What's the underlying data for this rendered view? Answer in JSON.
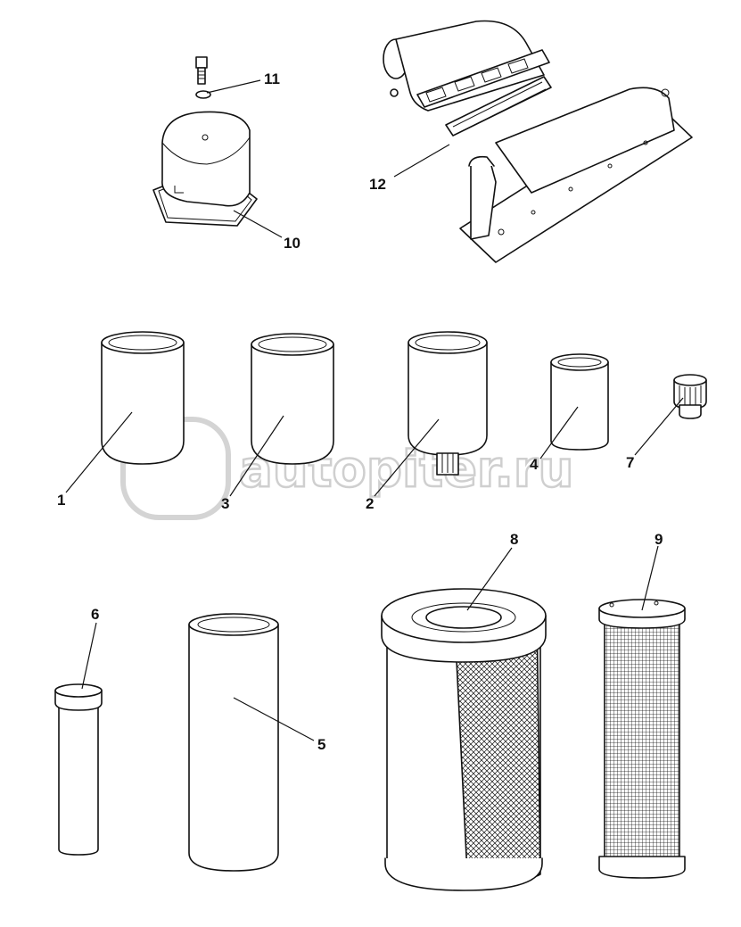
{
  "callouts": {
    "c1": "1",
    "c2": "2",
    "c3": "3",
    "c4": "4",
    "c5": "5",
    "c6": "6",
    "c7": "7",
    "c8": "8",
    "c9": "9",
    "c10": "10",
    "c11": "11",
    "c12": "12"
  },
  "watermark": {
    "text": "autopiter.ru"
  },
  "colors": {
    "line": "#111111",
    "background": "#ffffff",
    "watermark": "#cfcfcf"
  }
}
